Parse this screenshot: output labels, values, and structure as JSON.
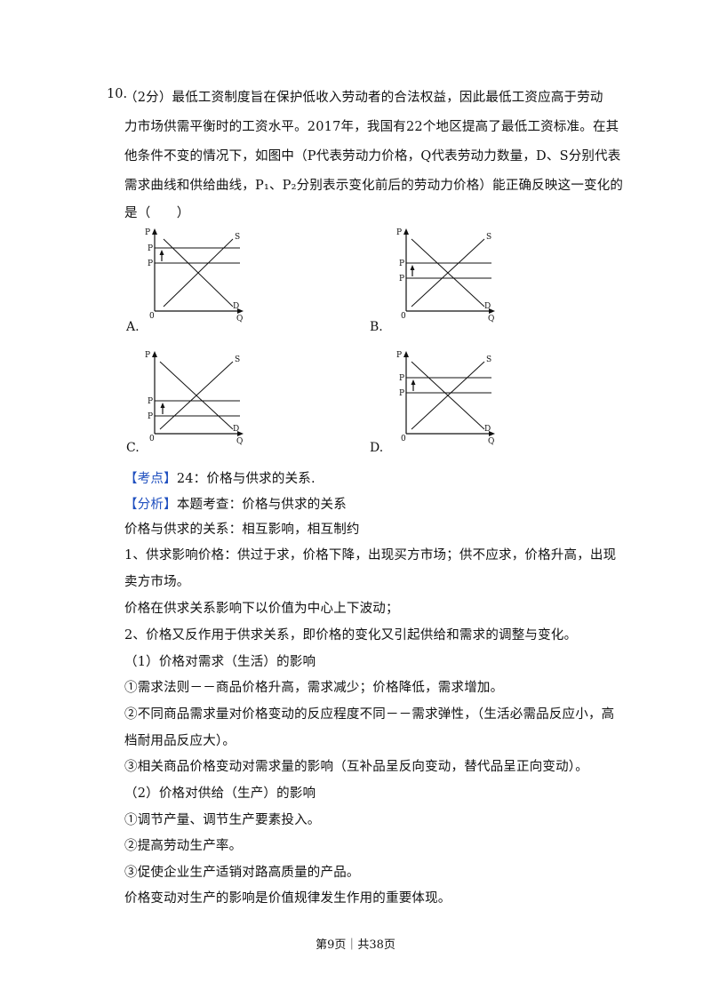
{
  "question": {
    "number": "10.",
    "lines": [
      "（2分）最低工资制度旨在保护低收入劳动者的合法权益，因此最低工资应高于劳动",
      "力市场供需平衡时的工资水平。2017年，我国有22个地区提高了最低工资标准。在其",
      "他条件不变的情况下，如图中（P代表劳动力价格，Q代表劳动力数量，D、S分别代表",
      "需求曲线和供给曲线，P₁、P₂分别表示变化前后的劳动力价格）能正确反映这一变化的",
      "是（　　）"
    ]
  },
  "graphs": {
    "axis_p": "P",
    "axis_q": "Q",
    "origin": "0",
    "supply": "S",
    "demand": "D",
    "price_mark": "P",
    "options": [
      "A.",
      "B.",
      "C.",
      "D."
    ]
  },
  "analysis": {
    "kaodian_tag": "【考点】",
    "kaodian_text": "24：价格与供求的关系.",
    "fenxi_tag": "【分析】",
    "fenxi_text": "本题考查：价格与供求的关系",
    "lines": [
      "价格与供求的关系：相互影响，相互制约",
      "1、供求影响价格：供过于求，价格下降，出现买方市场；供不应求，价格升高，出现",
      "卖方市场。",
      "价格在供求关系影响下以价值为中心上下波动；",
      "2、价格又反作用于供求关系，即价格的变化又引起供给和需求的调整与变化。",
      "（1）价格对需求（生活）的影响",
      "①需求法则－－商品价格升高，需求减少；价格降低，需求增加。",
      "②不同商品需求量对价格变动的反应程度不同－－需求弹性，（生活必需品反应小，高",
      "档耐用品反应大）。",
      "③相关商品价格变动对需求量的影响（互补品呈反向变动，替代品呈正向变动）。",
      "（2）价格对供给（生产）的影响",
      "①调节产量、调节生产要素投入。",
      "②提高劳动生产率。",
      "③促使企业生产适销对路高质量的产品。",
      "价格变动对生产的影响是价值规律发生作用的重要体现。"
    ]
  },
  "footer": "第9页｜共38页"
}
